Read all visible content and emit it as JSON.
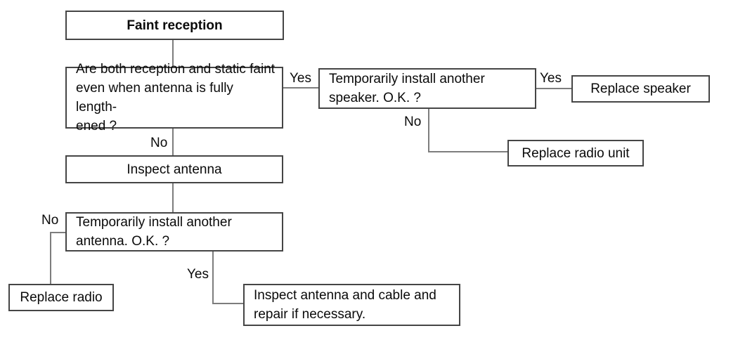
{
  "diagram": {
    "nodes": {
      "start": "Faint reception",
      "q_reception": "Are both reception and static faint\neven when antenna is fully length-\nened ?",
      "q_speaker": "Temporarily install another\nspeaker. O.K. ?",
      "replace_speaker": "Replace speaker",
      "replace_radio_unit": "Replace radio unit",
      "inspect_antenna": "Inspect antenna",
      "q_antenna": "Temporarily install another\nantenna. O.K. ?",
      "replace_radio": "Replace radio",
      "inspect_cable": "Inspect antenna and cable and\nrepair if necessary."
    },
    "edge_labels": {
      "yes_to_speaker": "Yes",
      "yes_to_replace_speaker": "Yes",
      "no_to_radio_unit": "No",
      "no_to_inspect_antenna": "No",
      "no_to_replace_radio": "No",
      "yes_to_inspect_cable": "Yes"
    },
    "colors": {
      "background": "#ffffff",
      "box_border": "#454545",
      "connector_line": "#7d7d7d",
      "text": "#0a0a0a"
    }
  }
}
